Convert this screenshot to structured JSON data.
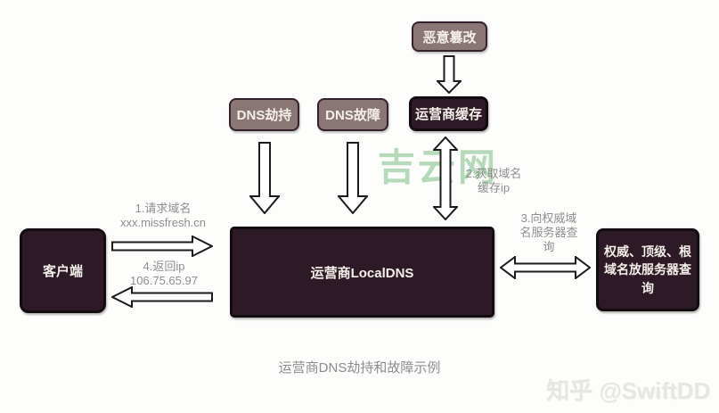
{
  "diagram": {
    "caption": "运营商DNS劫持和故障示例",
    "nodes": {
      "malicious_tamper": {
        "label": "恶意篡改"
      },
      "dns_hijack": {
        "label": "DNS劫持"
      },
      "dns_failure": {
        "label": "DNS故障"
      },
      "isp_cache": {
        "label": "运营商缓存"
      },
      "client": {
        "label": "客户端"
      },
      "local_dns": {
        "label": "运营商LocalDNS"
      },
      "authority": {
        "lines": [
          "权威、顶级、根",
          "域名放服务器查",
          "询"
        ]
      }
    },
    "edge_labels": {
      "step1": {
        "lines": [
          "1.请求域名",
          "xxx.missfresh.cn"
        ]
      },
      "step2": {
        "lines": [
          "2.获取域名",
          "缓存ip"
        ]
      },
      "step3": {
        "lines": [
          "3.向权威域",
          "名服务器查",
          "询"
        ]
      },
      "step4": {
        "lines": [
          "4.返回ip",
          "106.75.65.97"
        ]
      }
    },
    "watermarks": {
      "center": "吉云网",
      "bottom_right": "知乎 @SwiftDD"
    },
    "colors": {
      "background": "#fdfdfc",
      "taupe_box_fill": "#8a7674",
      "taupe_box_border": "#33222c",
      "dark_box_fill": "#2d1a26",
      "dark_box_border": "#120b10",
      "box_text": "#f5efe9",
      "edge_label_text": "#8e8e8e",
      "caption_text": "#8d8d8d",
      "arrow_fill": "#ffffff",
      "arrow_outline": "#1c1c1c",
      "watermark_green": "#a9d3ae",
      "watermark_gray": "#e6e6e3"
    }
  }
}
